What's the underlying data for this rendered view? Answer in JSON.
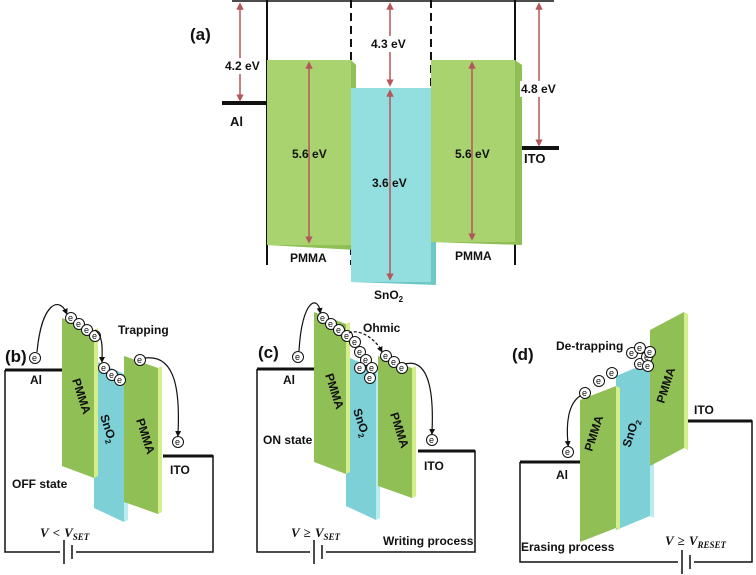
{
  "panel_a": {
    "label": "(a)",
    "gaps": {
      "al_top": "4.2 eV",
      "sno2_top": "4.3 eV",
      "ito_top": "4.8 eV",
      "pmma_left_band": "5.6 eV",
      "sno2_band": "3.6 eV",
      "pmma_right_band": "5.6 eV"
    },
    "electrodes": {
      "left": "Al",
      "right": "ITO"
    },
    "layers": {
      "pmma_left": "PMMA",
      "sno2": "SnO",
      "sno2_sub": "2",
      "pmma_right": "PMMA"
    }
  },
  "panel_b": {
    "label": "(b)",
    "electrode_left": "Al",
    "electrode_right": "ITO",
    "layer1": "PMMA",
    "layer2": "SnO",
    "layer2_sub": "2",
    "layer3": "PMMA",
    "process": "Trapping",
    "state": "OFF state",
    "voltage": {
      "v": "V",
      "rel": "<",
      "vsym": "V",
      "sub": "SET"
    }
  },
  "panel_c": {
    "label": "(c)",
    "electrode_left": "Al",
    "electrode_right": "ITO",
    "layer1": "PMMA",
    "layer2": "SnO",
    "layer2_sub": "2",
    "layer3": "PMMA",
    "process": "Ohmic",
    "state": "ON state",
    "caption": "Writing process",
    "voltage": {
      "v": "V",
      "rel": "≥",
      "vsym": "V",
      "sub": "SET"
    }
  },
  "panel_d": {
    "label": "(d)",
    "electrode_left": "Al",
    "electrode_right": "ITO",
    "layer1": "PMMA",
    "layer2": "SnO",
    "layer2_sub": "2",
    "layer3": "PMMA",
    "process": "De-trapping",
    "caption": "Erasing process",
    "voltage": {
      "v": "V",
      "rel": "≥",
      "vsym": "V",
      "sub": "RESET"
    }
  },
  "electron_symbol": "e",
  "colors": {
    "pmma": "#a9d36e",
    "sno2": "#93dede",
    "arrow": "#b5565a",
    "line": "#111111"
  }
}
